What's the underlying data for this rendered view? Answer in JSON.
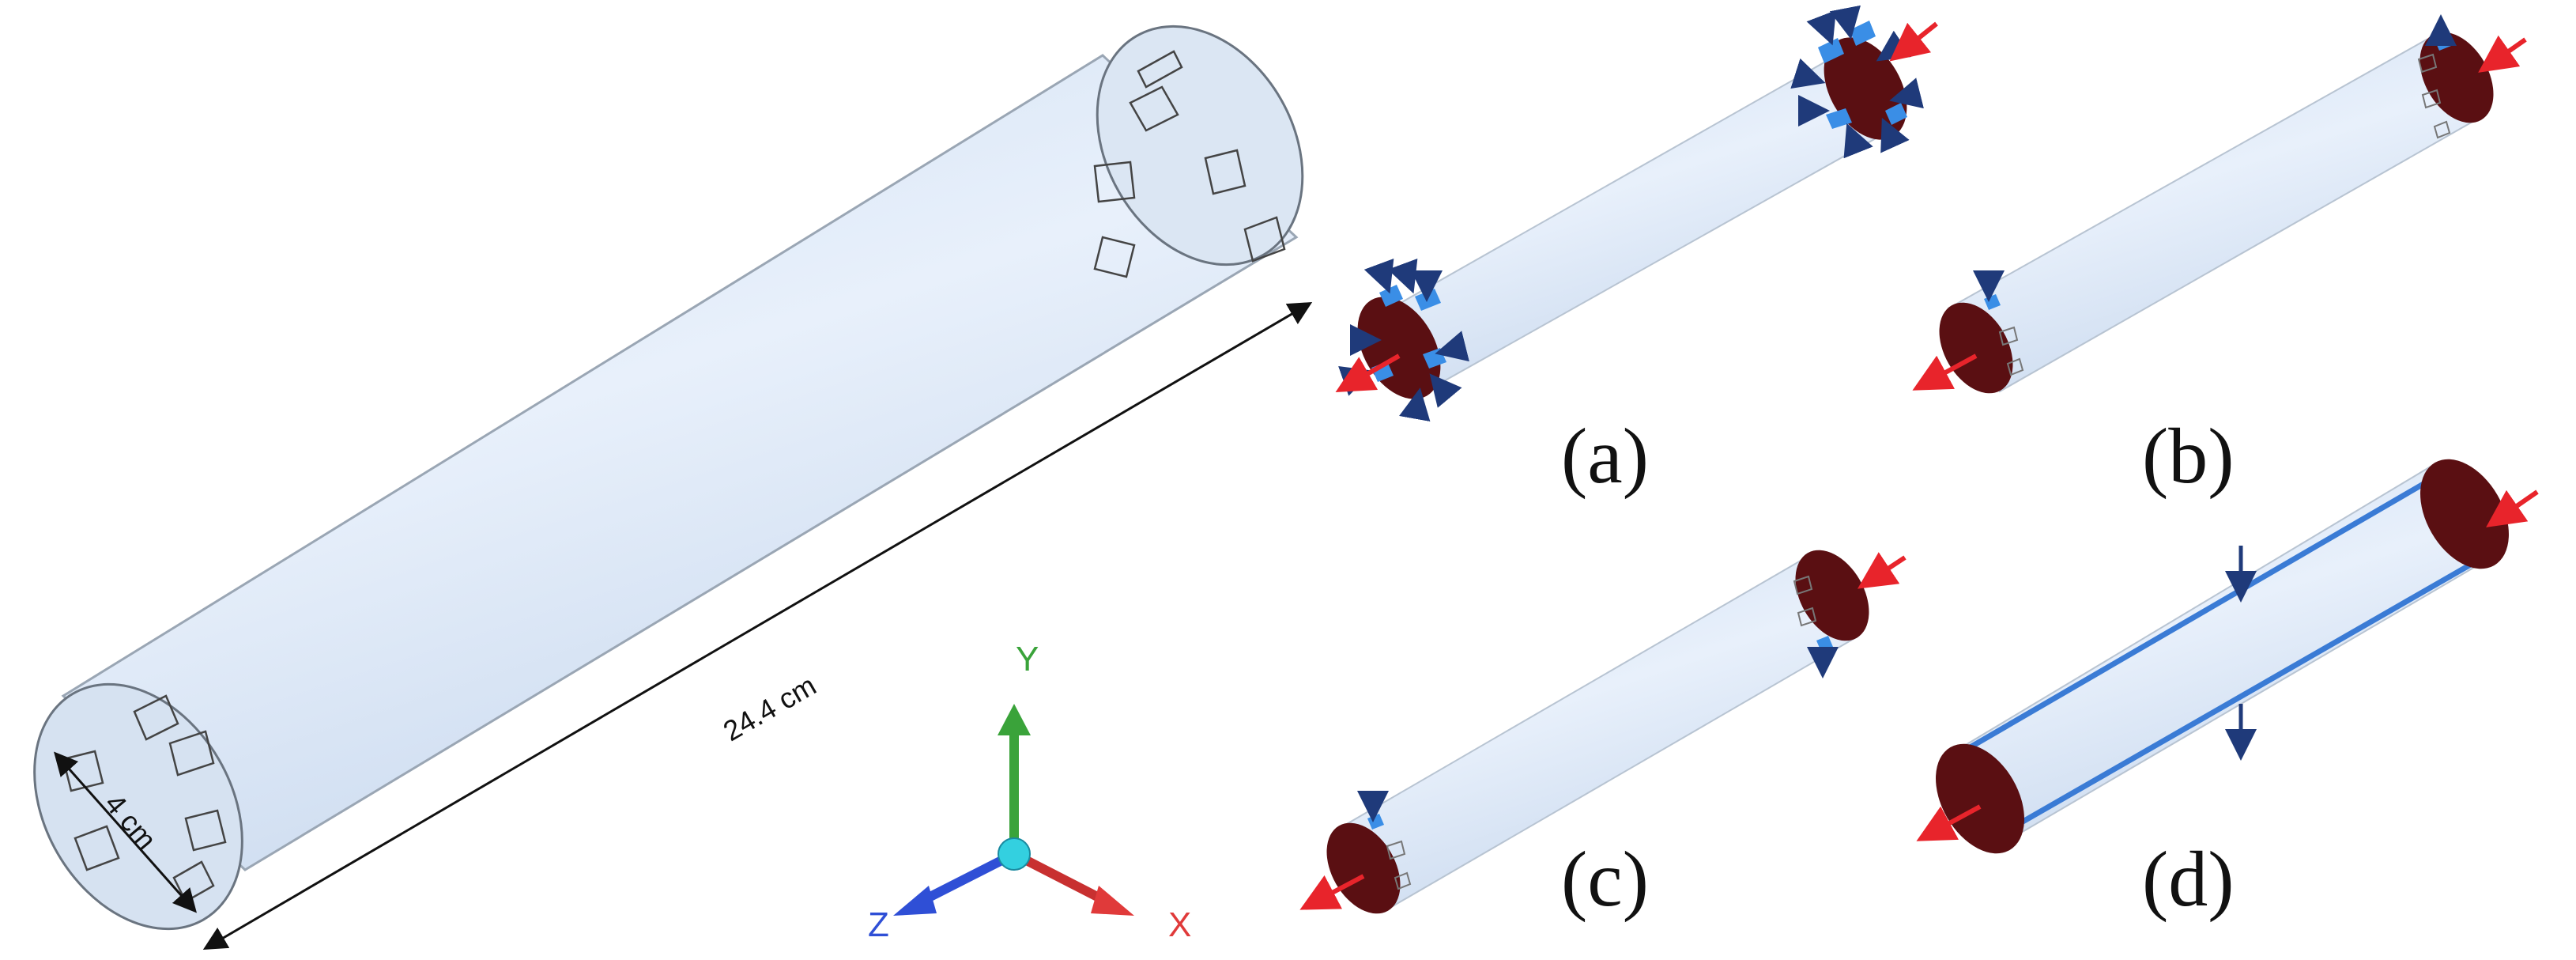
{
  "figure": {
    "dimensions": {
      "length": "24.4 cm",
      "diameter": "4 cm"
    },
    "axes": {
      "x": {
        "label": "X",
        "color": "#e03a3a"
      },
      "y": {
        "label": "Y",
        "color": "#3aa33a"
      },
      "z": {
        "label": "Z",
        "color": "#2f4fd6"
      },
      "origin_color": "#33d0e0"
    },
    "panels": [
      {
        "id": "a",
        "label": "(a)"
      },
      {
        "id": "b",
        "label": "(b)"
      },
      {
        "id": "c",
        "label": "(c)"
      },
      {
        "id": "d",
        "label": "(d)"
      }
    ],
    "colors": {
      "tube_fill": "#dde9f7",
      "tube_edge": "#9aa6b4",
      "end_cap": "#5a0f12",
      "axial_force_arrow": "#e8242b",
      "support_arrow": "#1f3a7a",
      "support_patch": "#3a8ee6",
      "line_support": "#3a7bd5"
    }
  }
}
